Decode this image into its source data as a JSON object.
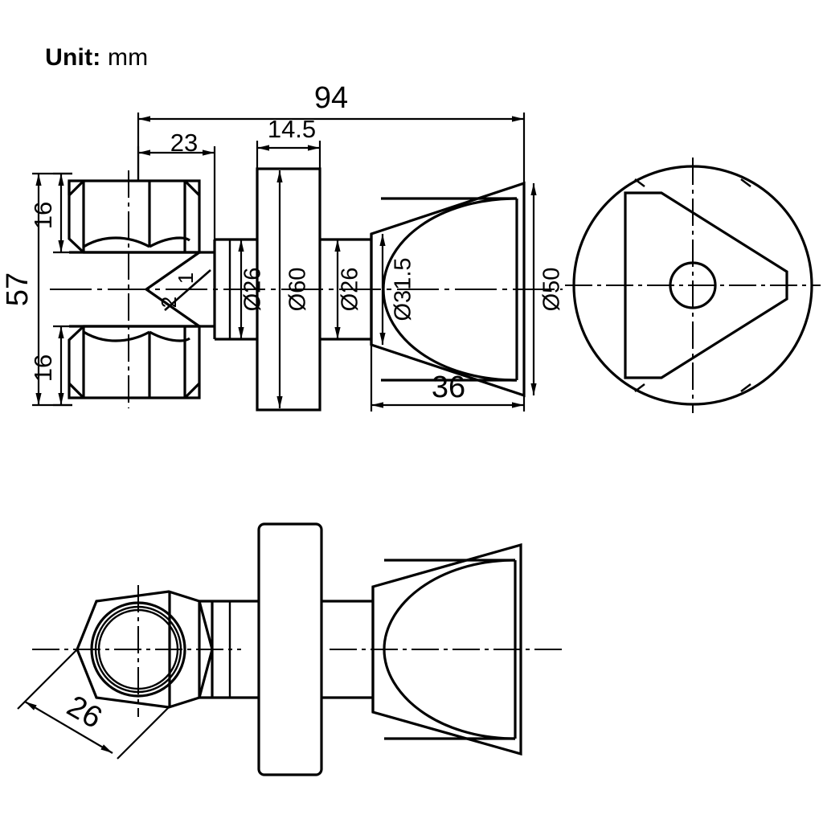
{
  "title": {
    "label": "Unit:",
    "value": " mm"
  },
  "drawing": {
    "name": "nozzle-assembly-technical-drawing",
    "line_color": "#000000",
    "background_color": "#ffffff"
  },
  "views": {
    "front_section": {
      "name": "front-sectional-view",
      "dimensions": {
        "overall_length": "94",
        "hex_to_shoulder": "23",
        "flange_thickness": "14.5",
        "cone_length": "36",
        "overall_height": "57",
        "hex_half_top": "16",
        "hex_half_bottom": "16"
      },
      "diameters": {
        "inlet_bore": "Ø26",
        "flange_outer": "Ø60",
        "outlet_stem": "Ø26",
        "cone_throat": "Ø31.5",
        "cone_mouth": "Ø50"
      },
      "thread_callout": {
        "numerator": "1",
        "denominator": "2"
      }
    },
    "end_view": {
      "name": "right-end-view"
    },
    "bottom_view": {
      "name": "bottom-rotated-view",
      "dimensions": {
        "hex_across_flats": "26"
      }
    }
  }
}
